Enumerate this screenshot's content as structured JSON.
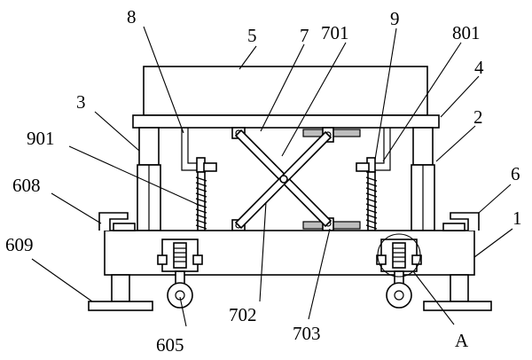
{
  "figure": {
    "labels": {
      "l1": "1",
      "l2": "2",
      "l3": "3",
      "l4": "4",
      "l5": "5",
      "l6": "6",
      "l7": "7",
      "l8": "8",
      "l9": "9",
      "l605": "605",
      "l608": "608",
      "l609": "609",
      "l701": "701",
      "l702": "702",
      "l703": "703",
      "l801": "801",
      "l901": "901",
      "lA": "A"
    }
  }
}
